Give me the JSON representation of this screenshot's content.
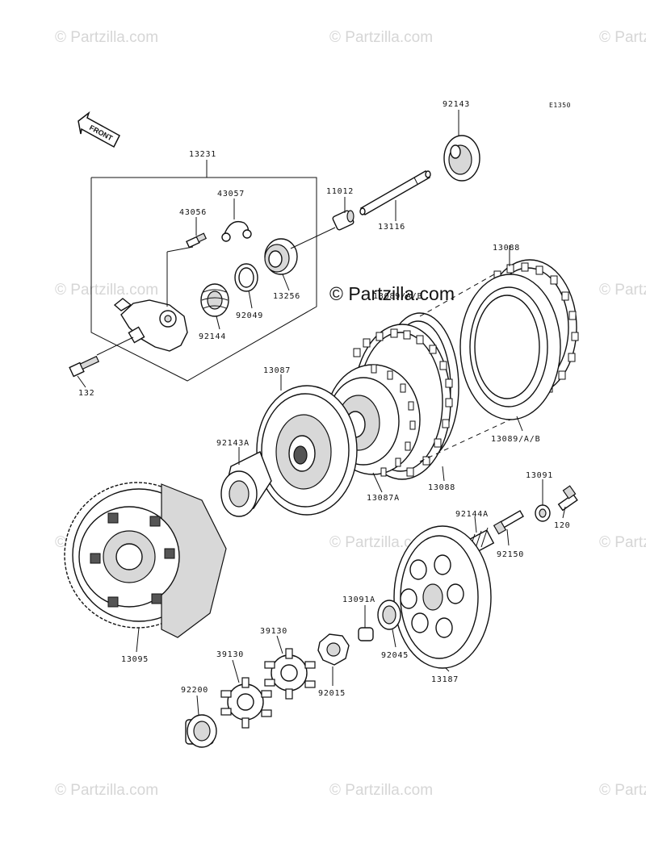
{
  "diagram_code": "E1350",
  "front_label": "FRONT",
  "watermark": "© Partzilla.com",
  "watermark_main": "© Partzilla.com",
  "parts": {
    "p92143": "92143",
    "p13231": "13231",
    "p43057": "43057",
    "p43056": "43056",
    "p11012": "11012",
    "p13116": "13116",
    "p13088_top": "13088",
    "p13256": "13256",
    "p92049": "92049",
    "p92144": "92144",
    "p13089_partial": "13089/A/B",
    "p132": "132",
    "p13087": "13087",
    "p13089_ab": "13089/A/B",
    "p92143a": "92143A",
    "p13087a": "13087A",
    "p13088_bottom": "13088",
    "p13091": "13091",
    "p92144a": "92144A",
    "p120": "120",
    "p92150": "92150",
    "p13091a": "13091A",
    "p39130_top": "39130",
    "p13095": "13095",
    "p39130": "39130",
    "p92045": "92045",
    "p13187": "13187",
    "p92200": "92200",
    "p92015": "92015"
  }
}
